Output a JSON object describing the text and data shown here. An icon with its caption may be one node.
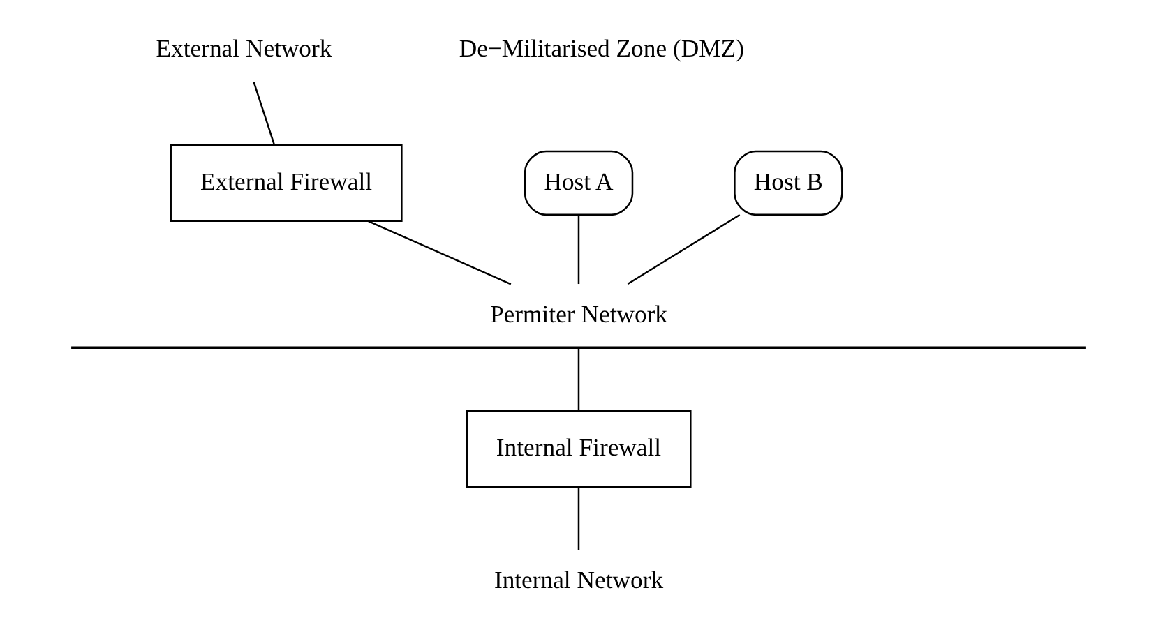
{
  "diagram": {
    "nodes": [
      {
        "text": [
          "External Network"
        ]
      },
      {
        "text": [
          "External Firewall"
        ]
      },
      {
        "text": [
          "Permiter Network"
        ]
      },
      {
        "text": [
          "Host A"
        ]
      },
      {
        "text": [
          "Host B"
        ]
      },
      {
        "text": [
          "Internal Firewall"
        ]
      },
      {
        "text": [
          "Internal Network"
        ]
      }
    ],
    "edges": [
      {
        "from": 0,
        "to": 1,
        "arrow": "none"
      },
      {
        "from": 1,
        "to": 2,
        "arrow": "none"
      },
      {
        "from": 3,
        "to": 2,
        "arrow": "none"
      },
      {
        "from": 4,
        "to": 2,
        "arrow": "none"
      },
      {
        "from": 2,
        "to": 5,
        "arrow": "none"
      },
      {
        "from": 5,
        "to": 6,
        "arrow": "none"
      }
    ],
    "labels": [
      "De−Militarised Zone (DMZ)"
    ]
  }
}
